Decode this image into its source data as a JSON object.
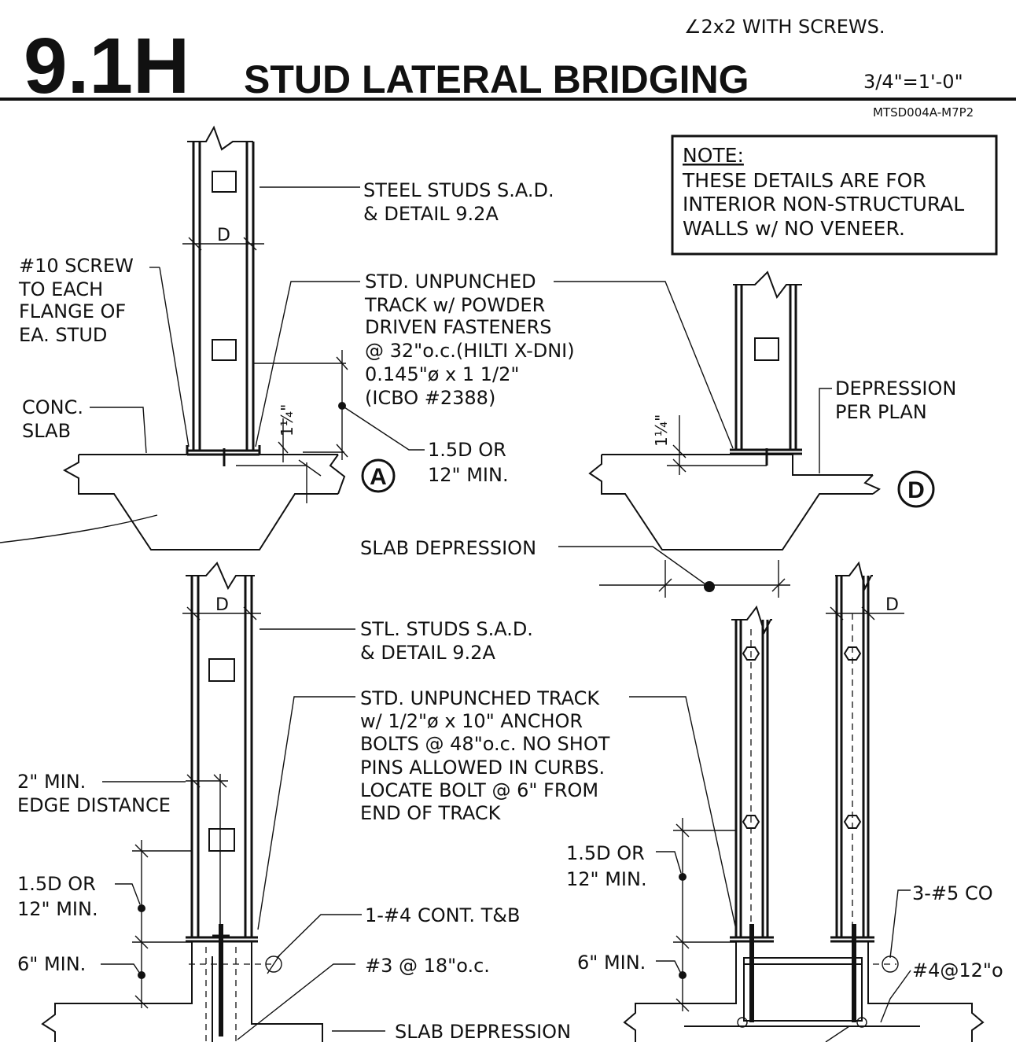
{
  "header": {
    "top_fragment": "∠2x2 WITH SCREWS.",
    "number": "9.1H",
    "title": "STUD LATERAL BRIDGING",
    "scale": "3/4\"=1'-0\"",
    "drawing_code": "MTSD004A-M7P2"
  },
  "note": {
    "heading": "NOTE:",
    "lines": [
      "THESE DETAILS ARE FOR",
      "INTERIOR NON-STRUCTURAL",
      "WALLS w/ NO VENEER."
    ]
  },
  "detail_markers": {
    "a": "A",
    "d": "D"
  },
  "labels": {
    "steel_studs": [
      "STEEL STUDS S.A.D.",
      "& DETAIL 9.2A"
    ],
    "screw": [
      "#10 SCREW",
      "TO EACH",
      "FLANGE OF",
      "EA. STUD"
    ],
    "track_top": [
      "STD. UNPUNCHED",
      "TRACK w/ POWDER",
      "DRIVEN FASTENERS",
      "@ 32\"o.c.(HILTI X-DNI)",
      "0.145\"ø x 1 1/2\"",
      "(ICBO #2388)"
    ],
    "conc_slab": [
      "CONC.",
      "SLAB"
    ],
    "min_15d_top": [
      "1.5D OR",
      "12\" MIN."
    ],
    "depression_per_plan": [
      "DEPRESSION",
      "PER PLAN"
    ],
    "slab_depression_mid": "SLAB DEPRESSION",
    "stl_studs": [
      "STL. STUDS S.A.D.",
      "& DETAIL 9.2A"
    ],
    "track_bottom": [
      "STD. UNPUNCHED TRACK",
      "w/ 1/2\"ø x 10\" ANCHOR",
      "BOLTS @ 48\"o.c. NO SHOT",
      "PINS ALLOWED IN CURBS.",
      "LOCATE BOLT @ 6\" FROM",
      "END OF TRACK"
    ],
    "edge_distance": [
      "2\" MIN.",
      "EDGE DISTANCE"
    ],
    "min_15d_left": [
      "1.5D OR",
      "12\" MIN."
    ],
    "min_6_left": "6\" MIN.",
    "cont_tb": "1-#4 CONT. T&B",
    "stirrup_3": "#3 @ 18\"o.c.",
    "slab_depression_bottom": "SLAB DEPRESSION",
    "min_15d_right": [
      "1.5D OR",
      "12\" MIN."
    ],
    "min_6_right": "6\" MIN.",
    "cont_5": "3-#5 CO",
    "stirrup_4": "#4@12\"o",
    "stud_depth": "D",
    "dim_1_1_4": "1¼\""
  }
}
